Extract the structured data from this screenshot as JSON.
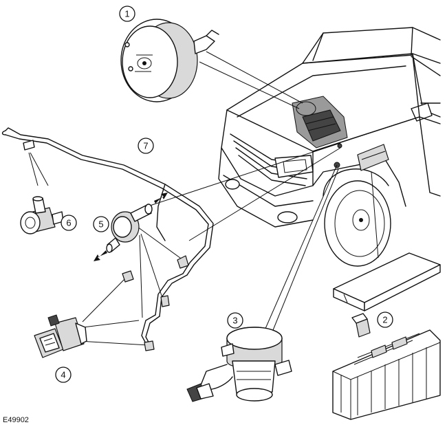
{
  "callouts": [
    {
      "id": "1",
      "label": "1"
    },
    {
      "id": "2",
      "label": "2"
    },
    {
      "id": "3",
      "label": "3"
    },
    {
      "id": "4",
      "label": "4"
    },
    {
      "id": "5",
      "label": "5"
    },
    {
      "id": "6",
      "label": "6"
    },
    {
      "id": "7",
      "label": "7"
    }
  ],
  "figure_ref": "E49902"
}
